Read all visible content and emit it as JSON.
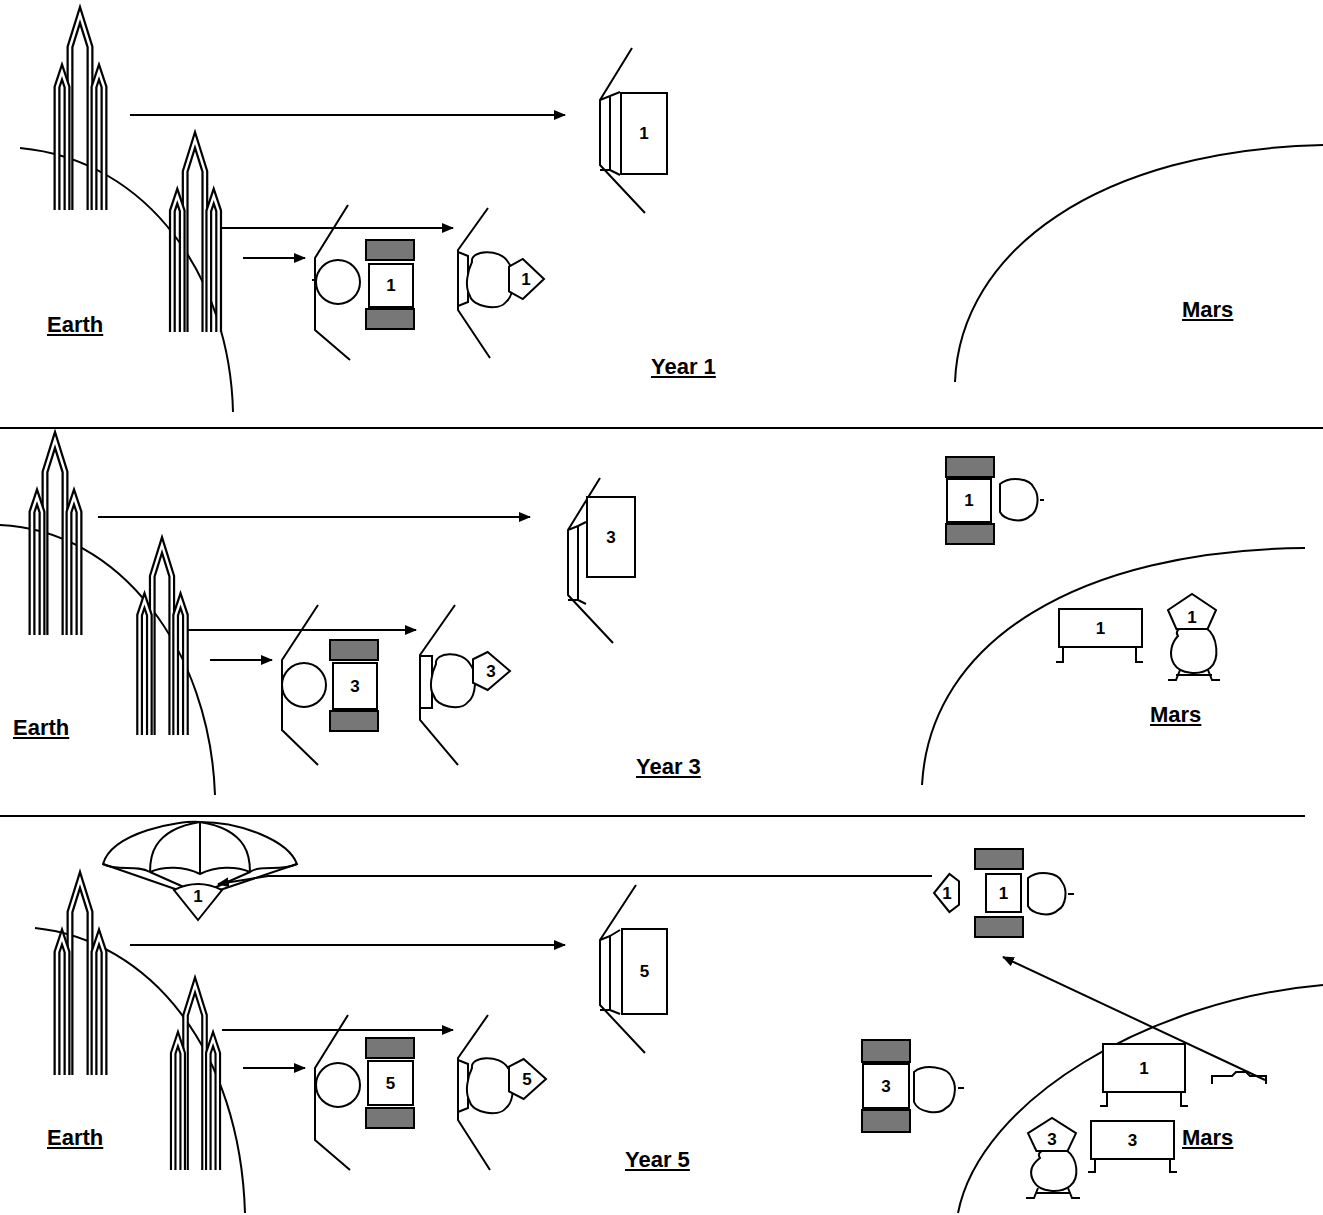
{
  "diagram": {
    "nodes": [
      {
        "text": [
          "1"
        ]
      },
      {
        "text": [
          "1"
        ]
      },
      {
        "text": [
          "1"
        ]
      },
      {
        "text": [
          "3"
        ]
      },
      {
        "text": [
          "3"
        ]
      },
      {
        "text": [
          "3"
        ]
      },
      {
        "text": [
          "1"
        ]
      },
      {
        "text": [
          "1"
        ]
      },
      {
        "text": [
          "1"
        ]
      },
      {
        "text": [
          "1"
        ]
      },
      {
        "text": [
          "1"
        ]
      },
      {
        "text": [
          "1"
        ]
      },
      {
        "text": [
          "5"
        ]
      },
      {
        "text": [
          "5"
        ]
      },
      {
        "text": [
          "5"
        ]
      },
      {
        "text": [
          "3"
        ]
      },
      {
        "text": [
          "1"
        ]
      },
      {
        "text": [
          "3"
        ]
      },
      {
        "text": [
          "3"
        ]
      }
    ],
    "edges": [
      {
        "from": 10,
        "to": 9,
        "arrow": "to"
      }
    ],
    "labels": [
      "Earth",
      "Year 1",
      "Mars",
      "Earth",
      "Year 3",
      "Mars",
      "Earth",
      "Year 5",
      "Mars"
    ]
  }
}
